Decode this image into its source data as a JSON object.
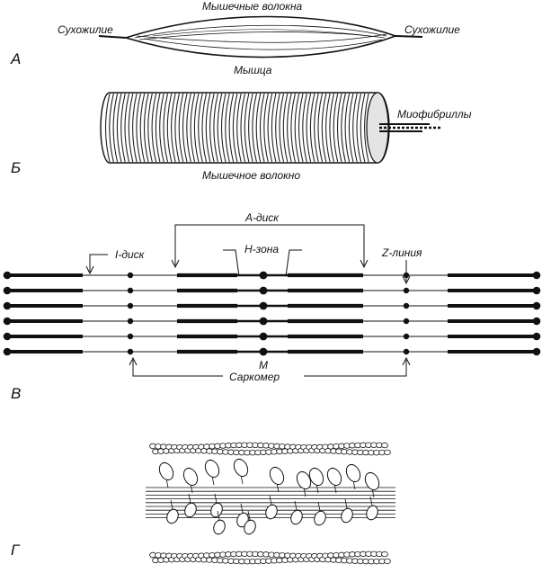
{
  "panels": {
    "a": {
      "letter": "А",
      "fibers_label": "Мышечные волокна",
      "tendon_left": "Сухожилие",
      "tendon_right": "Сухожилие",
      "muscle_label": "Мышца"
    },
    "b": {
      "letter": "Б",
      "myofibrils_label": "Миофибриллы",
      "fiber_label": "Мышечное волокно"
    },
    "c": {
      "letter": "В",
      "a_disc": "А-диск",
      "i_disc": "I-диск",
      "h_zone": "Н-зона",
      "z_line": "Z-линия",
      "m_line": "M",
      "sarcomere": "Саркомер"
    },
    "d": {
      "letter": "Г"
    }
  }
}
